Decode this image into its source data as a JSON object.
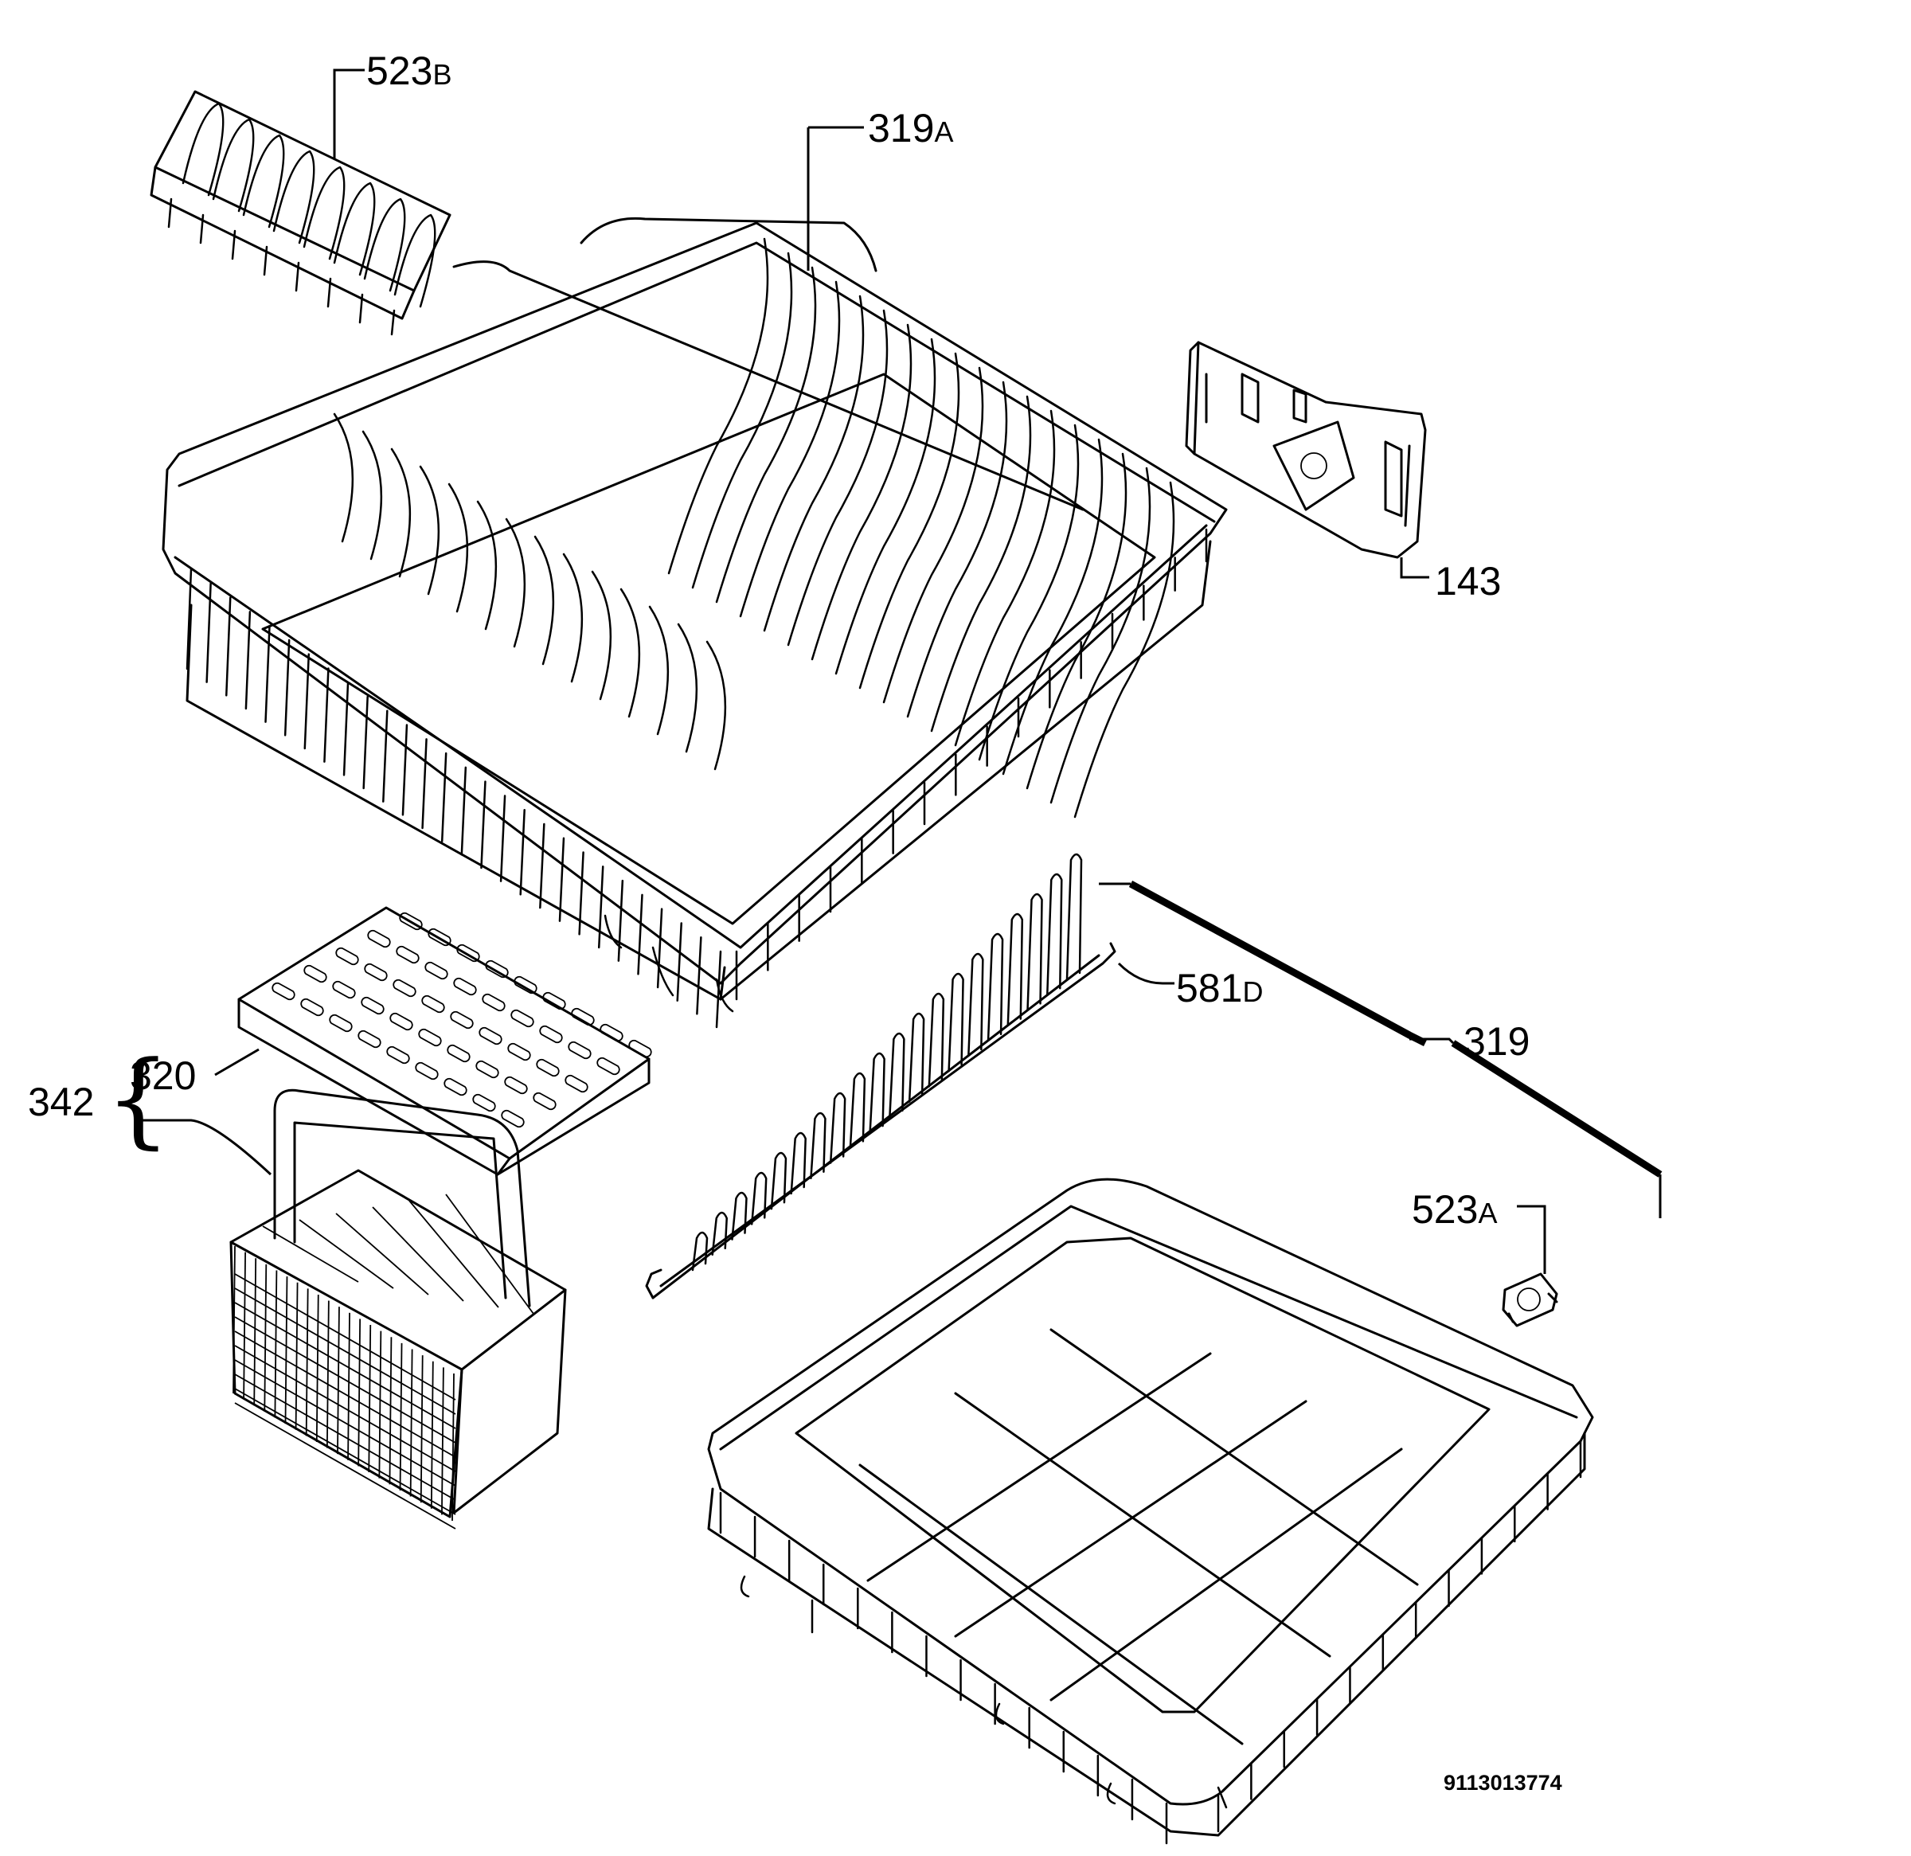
{
  "labels": {
    "523B": {
      "num": "523",
      "suffix": "B"
    },
    "319A": {
      "num": "319",
      "suffix": "A"
    },
    "143": {
      "num": "143"
    },
    "581D": {
      "num": "581",
      "suffix": "D"
    },
    "319": {
      "num": "319"
    },
    "320": {
      "num": "320"
    },
    "342": {
      "num": "342"
    },
    "523A": {
      "num": "523",
      "suffix": "A"
    }
  },
  "drawing_code": "9113013774",
  "brace_glyph": "{"
}
